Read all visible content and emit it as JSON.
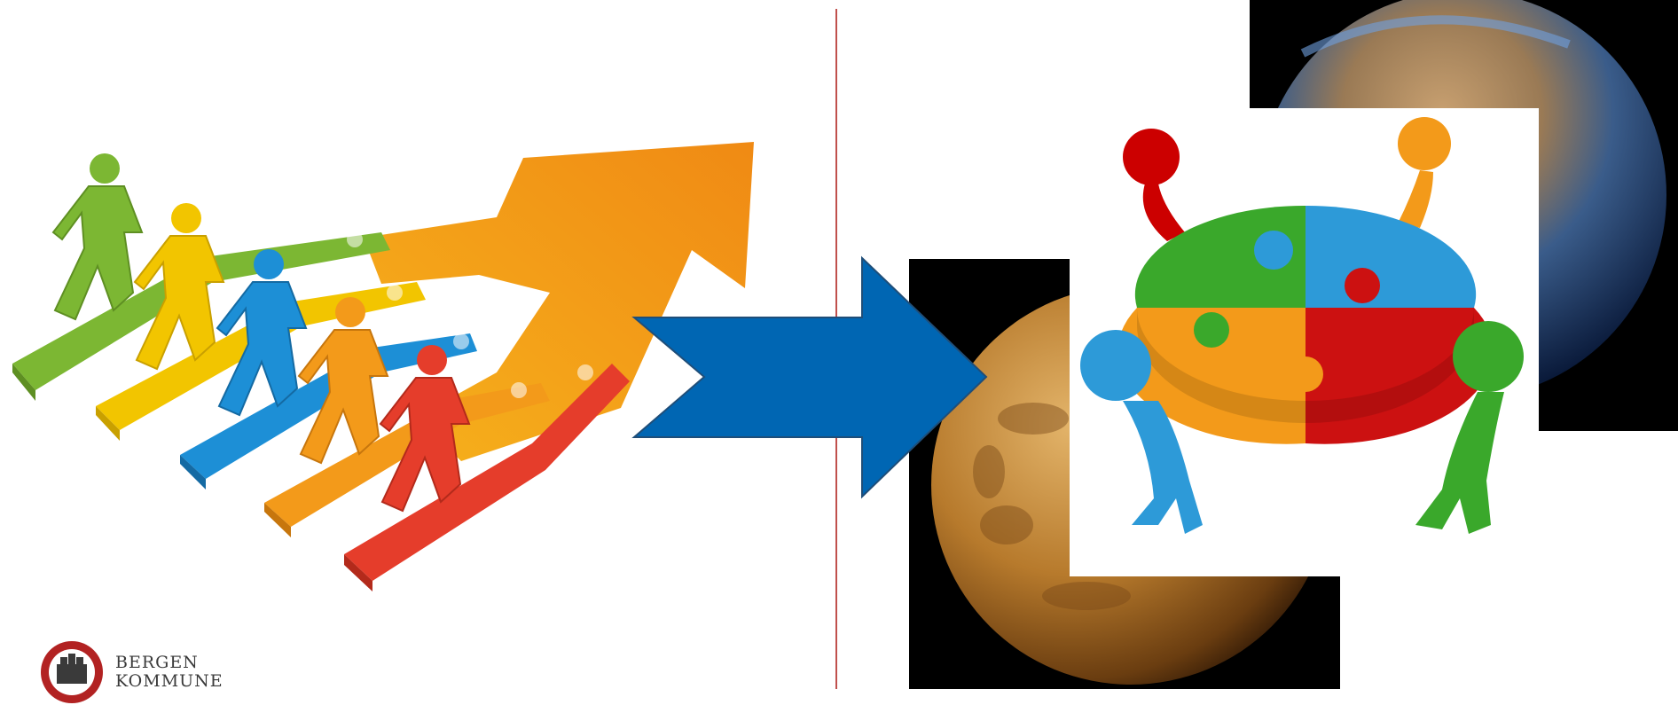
{
  "slide": {
    "background": "#ffffff",
    "divider_color": "#c0504d",
    "arrow_color": "#0066b3",
    "arrow_outline": "#1f4e79"
  },
  "logo": {
    "line1": "BERGEN",
    "line2": "KOMMUNE",
    "seal_color": "#b22222"
  },
  "images": {
    "left": "walking-figures-arrow-illustration",
    "center": "blue-arrow-shape",
    "photo_top_right": "earth-from-space",
    "photo_bottom": "venus-planet",
    "foreground": "figures-holding-puzzle-circle"
  },
  "palette": {
    "green": "#7cb733",
    "yellow": "#f2c500",
    "blue": "#1d8fd6",
    "orange": "#f39a1a",
    "red": "#e53d2b"
  }
}
